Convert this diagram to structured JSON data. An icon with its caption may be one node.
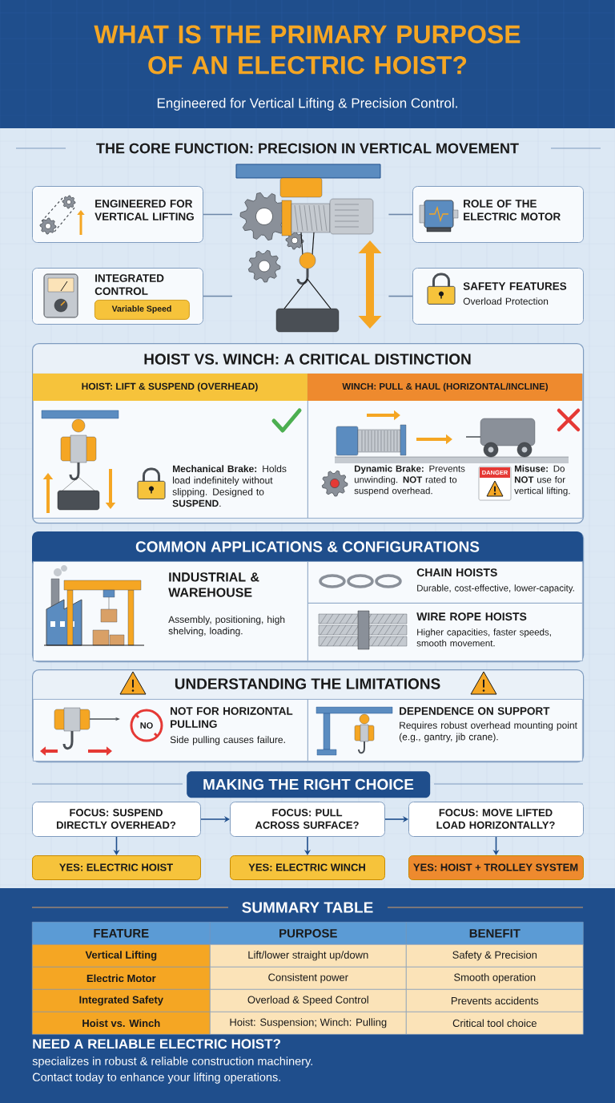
{
  "diagram": {
    "title": "WHAT IS THE PRIMARY PURPOSE OF AN ELECTRIC HOIST?",
    "nodes": [
      {
        "text": [
          "ENGINEERED FOR VERTICAL LIFTING"
        ]
      },
      {
        "text": [
          "INTEGRATED CONTROL"
        ]
      },
      {
        "text": [
          "Variable Speed"
        ],
        "in": 1
      },
      {
        "text": [],
        "shape": "picture"
      },
      {
        "text": [
          "ROLE OF THE ELECTRIC MOTOR"
        ]
      },
      {
        "text": [
          "SAFETY FEATURES",
          "Overload Protection"
        ]
      },
      {
        "text": [
          "HOIST VS. WINCH: A CRITICAL DISTINCTION"
        ]
      },
      {
        "text": [
          "HOIST: LIFT & SUSPEND (OVERHEAD)",
          "**Mechanical Brake:** Holds load indefinitely without slipping. Designed to **SUSPEND**."
        ],
        "in": 6
      },
      {
        "text": [
          "WINCH: PULL & HAUL (HORIZONTAL/INCLINE)",
          "**Dynamic Brake:** Prevents unwinding. **NOT** rated to suspend overhead.",
          "**Misuse:** Do **NOT** use for vertical lifting."
        ],
        "in": 6
      },
      {
        "text": [
          "COMMON APPLICATIONS & CONFIGURATIONS"
        ]
      },
      {
        "text": [
          "INDUSTRIAL & WAREHOUSE",
          "Assembly, positioning, high shelving, loading."
        ],
        "in": 9
      },
      {
        "text": [
          "CHAIN HOISTS",
          "Durable, cost-effective, lower-capacity."
        ],
        "in": 9
      },
      {
        "text": [
          "WIRE ROPE HOISTS",
          "Higher capacities, faster speeds, smooth movement."
        ],
        "in": 9
      },
      {
        "text": [
          "UNDERSTANDING THE LIMITATIONS"
        ]
      },
      {
        "text": [
          "NOT FOR HORIZONTAL PULLING",
          "Side pulling causes failure."
        ],
        "in": 13
      },
      {
        "text": [
          "DEPENDENCE ON SUPPORT",
          "Requires robust overhead mounting point (e.g., gantry, jib crane)."
        ],
        "in": 13
      },
      {
        "text": [
          "MAKING THE RIGHT CHOICE"
        ]
      },
      {
        "text": [
          "FOCUS: SUSPEND DIRECTLY OVERHEAD?"
        ]
      },
      {
        "text": [
          "FOCUS: PULL ACROSS SURFACE?"
        ]
      },
      {
        "text": [
          "FOCUS: MOVE LIFTED LOAD HORIZONTALLY?"
        ]
      },
      {
        "text": [
          "YES: ELECTRIC HOIST"
        ]
      },
      {
        "text": [
          "YES: ELECTRIC WINCH"
        ]
      },
      {
        "text": [
          "YES: HOIST + TROLLEY SYSTEM"
        ]
      }
    ],
    "edges": [
      {
        "from": 0,
        "to": 3,
        "arrow": "none",
        "color": "#6d87a8"
      },
      {
        "from": 1,
        "to": 3,
        "arrow": "none",
        "color": "#6d87a8"
      },
      {
        "from": 4,
        "to": 3,
        "arrow": "none",
        "color": "#6d87a8"
      },
      {
        "from": 5,
        "to": 3,
        "arrow": "none",
        "color": "#6d87a8"
      },
      {
        "from": 17,
        "to": 18,
        "arrow": "to"
      },
      {
        "from": 18,
        "to": 19,
        "arrow": "to"
      },
      {
        "from": 17,
        "to": 20,
        "arrow": "to"
      },
      {
        "from": 18,
        "to": 21,
        "arrow": "to"
      },
      {
        "from": 19,
        "to": 22,
        "arrow": "to"
      }
    ],
    "labels": [
      "Engineered for Vertical Lifting & Precision Control.",
      "THE CORE FUNCTION: PRECISION IN VERTICAL MOVEMENT",
      "DANGER",
      "NO",
      "SUMMARY TABLE",
      "FEATURE",
      "PURPOSE",
      "BENEFIT",
      "Vertical Lifting",
      "Lift/lower straight up/down",
      "Safety & Precision",
      "Electric Motor",
      "Consistent power",
      "Smooth operation",
      "Integrated Safety",
      "Overload & Speed Control",
      "Prevents accidents",
      "Hoist vs. Winch",
      "Hoist: Suspension; Winch: Pulling",
      "Critical tool choice",
      "NEED A RELIABLE ELECTRIC HOIST?",
      "specializes in robust & reliable construction machinery.",
      "Contact today to enhance your lifting operations."
    ]
  }
}
